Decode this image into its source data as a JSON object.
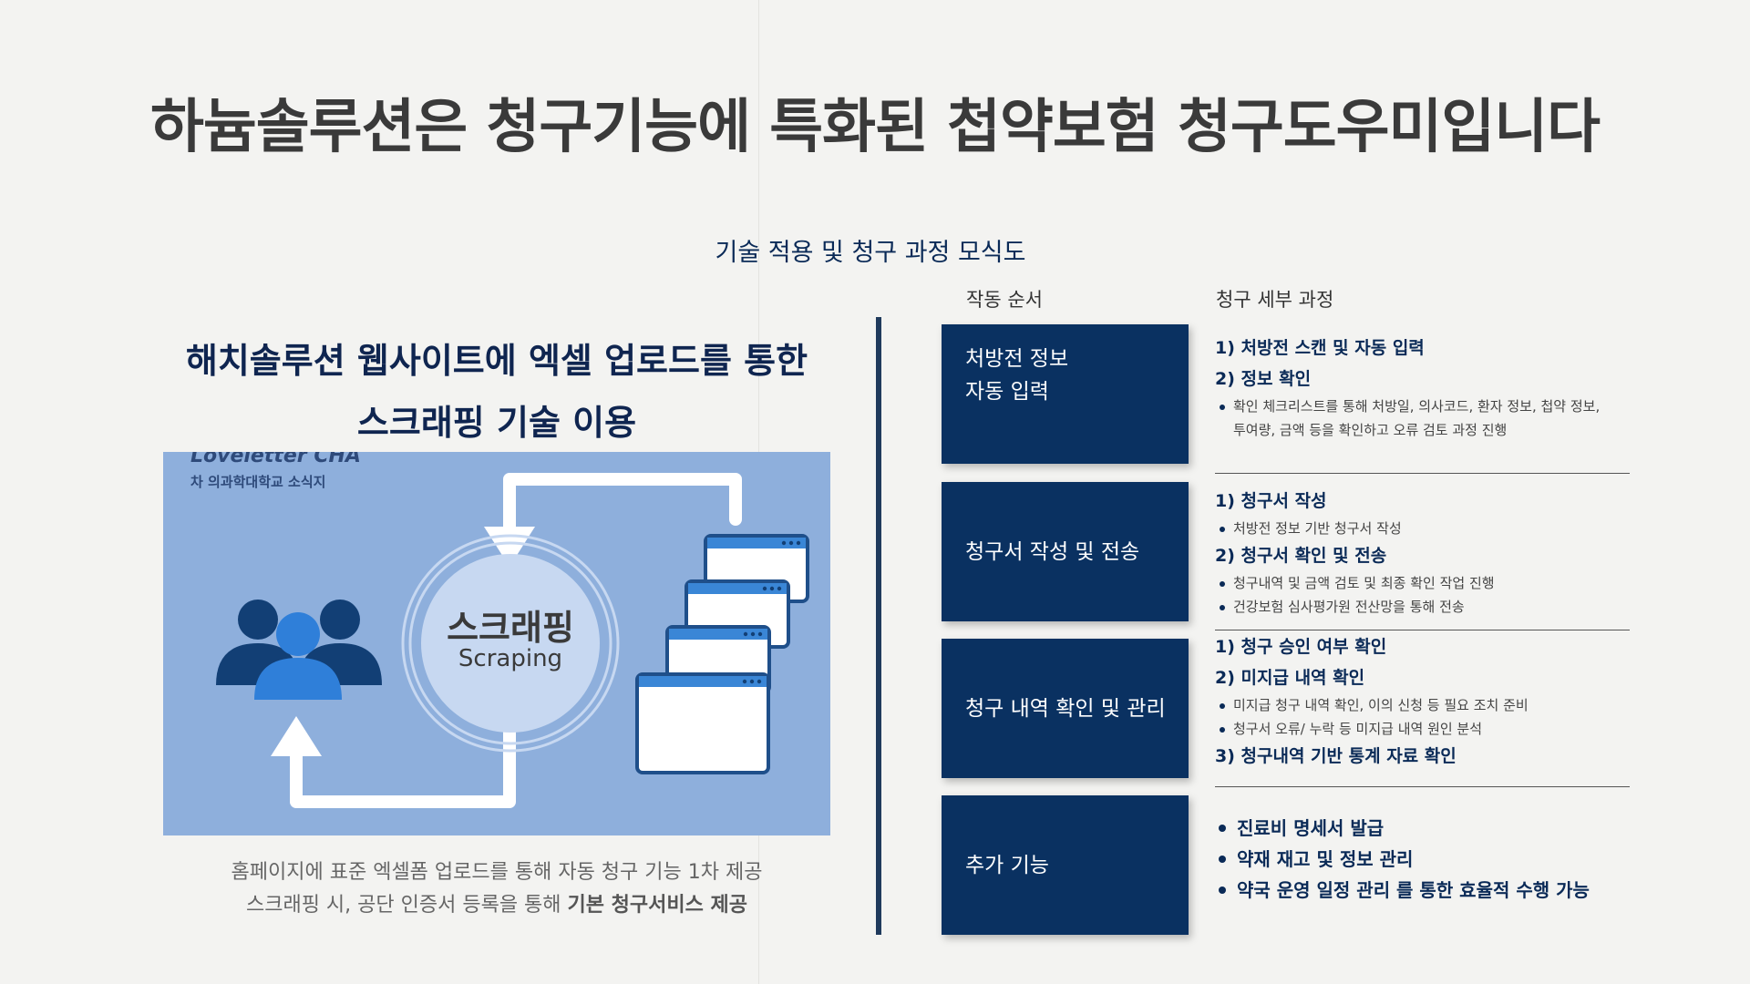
{
  "main_title": "하늄솔루션은 청구기능에 특화된 첩약보험 청구도우미입니다",
  "diagram_title": "기술 적용 및 청구 과정 모식도",
  "columns": {
    "order": "작동 순서",
    "detail": "청구 세부 과정"
  },
  "left": {
    "heading_line1": "해치솔루션 웹사이트에 엑셀 업로드를 통한",
    "heading_line2": "스크래핑 기술 이용",
    "panel_logo": "Loveletter CHA",
    "panel_logo_sub": "차 의과학대학교 소식지",
    "scraping_kr": "스크래핑",
    "scraping_en": "Scraping",
    "caption_line1": "홈페이지에 표준 엑셀폼 업로드를 통해 자동 청구 기능 1차 제공",
    "caption_line2_prefix": "스크래핑 시, 공단 인증서 등록을 통해 ",
    "caption_line2_bold": "기본 청구서비스 제공"
  },
  "steps": [
    {
      "line1": "처방전 정보",
      "line2": "자동 입력"
    },
    {
      "line1": "청구서 작성 및 전송"
    },
    {
      "line1": "청구 내역 확인 및 관리"
    },
    {
      "line1": "추가 기능"
    }
  ],
  "details": {
    "s1": {
      "h1": "1) 처방전 스캔 및 자동 입력",
      "h2": "2) 정보 확인",
      "b1a": "확인 체크리스트를 통해 처방일, 의사코드, 환자 정보, 첩약 정보,",
      "b1b": "투여량, 금액 등을 확인하고 오류 검토 과정 진행"
    },
    "s2": {
      "h1": "1) 청구서 작성",
      "b1": "처방전 정보 기반 청구서 작성",
      "h2": "2) 청구서 확인 및 전송",
      "b2": "청구내역 및 금액 검토 및 최종 확인 작업 진행",
      "b3": "건강보험 심사평가원 전산망을 통해 전송"
    },
    "s3": {
      "h1": "1) 청구 승인 여부 확인",
      "h2": "2) 미지급 내역 확인",
      "b1": "미지급 청구 내역 확인, 이의 신청 등 필요 조치 준비",
      "b2": "청구서 오류/ 누락 등 미지급 내역 원인 분석",
      "h3": "3) 청구내역 기반 통계 자료 확인"
    },
    "s4": {
      "b1": "진료비 명세서 발급",
      "b2": "약재 재고 및 정보 관리",
      "b3": "약국 운영 일정 관리 를 통한 효율적 수행 가능"
    }
  },
  "colors": {
    "navy": "#0a3161",
    "panel": "#8eafdc",
    "dark_person": "#123f75",
    "light_person": "#2f7fd9"
  }
}
